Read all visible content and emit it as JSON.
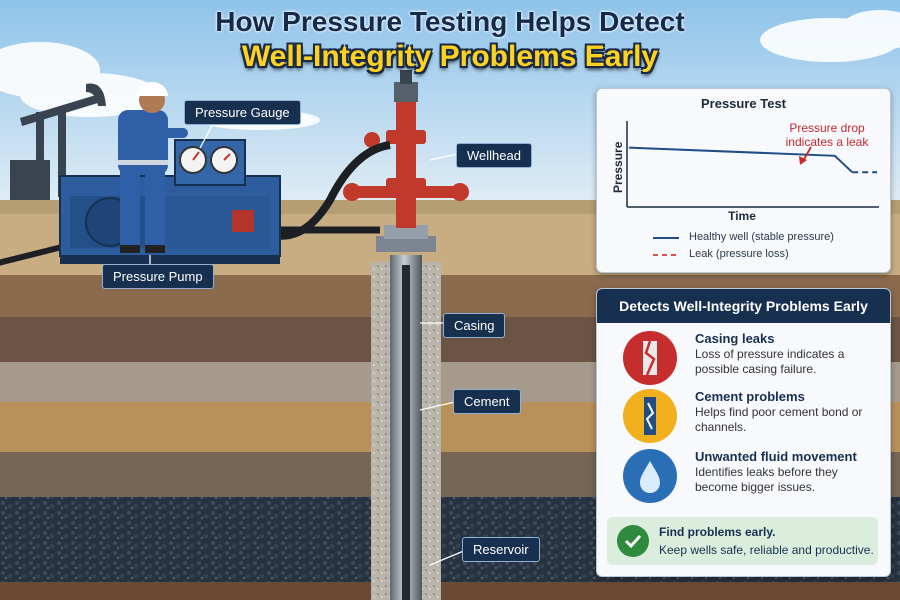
{
  "title": {
    "line1": "How Pressure Testing Helps Detect",
    "line2": "Well-Integrity Problems Early"
  },
  "callouts": {
    "pressure_gauge": "Pressure Gauge",
    "wellhead": "Wellhead",
    "pressure_pump": "Pressure Pump",
    "casing": "Casing",
    "cement": "Cement",
    "reservoir": "Reservoir"
  },
  "chart_data": {
    "type": "line",
    "title": "Pressure Test",
    "xlabel": "Time",
    "ylabel": "Pressure",
    "annotation": "Pressure drop indicates a leak",
    "grid": false,
    "legend_placement": "bottom",
    "series": [
      {
        "name": "Healthy well (stable pressure)",
        "color": "#1f4e86",
        "style": "solid",
        "x": [
          0,
          0.83,
          0.9
        ],
        "y": [
          0.7,
          0.6,
          0.4
        ]
      },
      {
        "name": "Leak (pressure loss)",
        "color": "#d9534f",
        "style": "dashed",
        "x": [
          0.9,
          1.0
        ],
        "y": [
          0.4,
          0.4
        ]
      }
    ],
    "xlim": [
      0,
      1
    ],
    "ylim": [
      0,
      1
    ]
  },
  "chart_legend_line_dash_color": "#1f4e86",
  "problems": {
    "heading": "Detects Well-Integrity Problems Early",
    "items": [
      {
        "title": "Casing leaks",
        "desc": "Loss of pressure indicates a possible casing failure.",
        "icon": "cracked-pipe-icon",
        "color": "#c62d2d"
      },
      {
        "title": "Cement problems",
        "desc": "Helps find poor cement bond or channels.",
        "icon": "cement-crack-icon",
        "color": "#f2b01e"
      },
      {
        "title": "Unwanted fluid movement",
        "desc": "Identifies leaks before they become bigger issues.",
        "icon": "water-drop-icon",
        "color": "#2a6fb6"
      }
    ],
    "footer_title": "Find problems early.",
    "footer_desc": "Keep wells safe, reliable and productive.",
    "footer_icon": "check-icon"
  }
}
